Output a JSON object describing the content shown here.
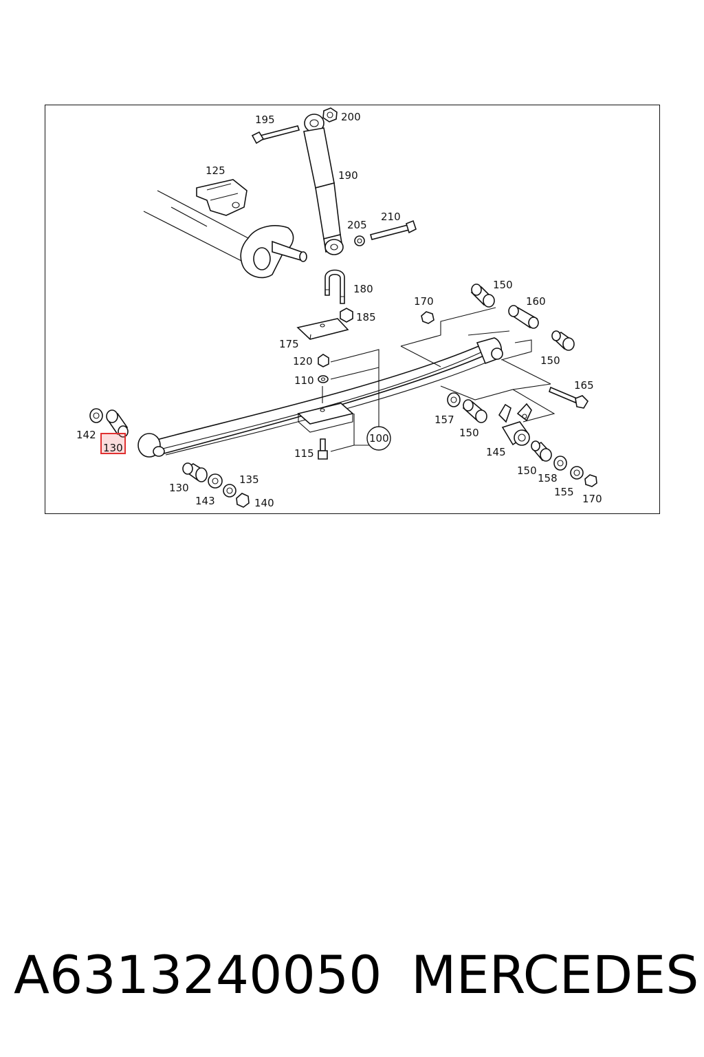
{
  "diagram": {
    "callouts": {
      "c195": "195",
      "c200": "200",
      "c190": "190",
      "c125": "125",
      "c205": "205",
      "c210": "210",
      "c180": "180",
      "c185": "185",
      "c175": "175",
      "c170a": "170",
      "c150a": "150",
      "c160": "160",
      "c150b": "150",
      "c165": "165",
      "c120": "120",
      "c110": "110",
      "c100": "100",
      "c115": "115",
      "c142": "142",
      "c130a": "130",
      "c130b": "130",
      "c143": "143",
      "c135": "135",
      "c140": "140",
      "c157": "157",
      "c150c": "150",
      "c145": "145",
      "c150d": "150",
      "c158": "158",
      "c155": "155",
      "c170b": "170"
    },
    "highlighted_part": "130",
    "highlight_color": "#e03030"
  },
  "caption": {
    "part_number": "A6313240050",
    "brand": "MERCEDES"
  }
}
